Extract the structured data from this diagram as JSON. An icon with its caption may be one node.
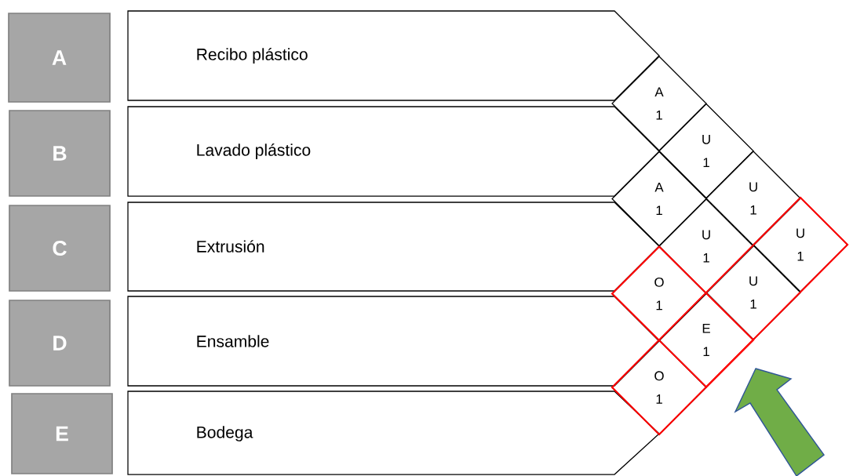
{
  "diagram": {
    "nodes": [
      {
        "text": [
          "A"
        ]
      },
      {
        "text": [
          "Recibo plástico"
        ]
      },
      {
        "text": [
          "B"
        ]
      },
      {
        "text": [
          "Lavado plástico"
        ]
      },
      {
        "text": [
          "C"
        ]
      },
      {
        "text": [
          "Extrusión"
        ]
      },
      {
        "text": [
          "D"
        ]
      },
      {
        "text": [
          "Ensamble"
        ]
      },
      {
        "text": [
          "E"
        ]
      },
      {
        "text": [
          "Bodega"
        ]
      },
      {
        "text": [
          "A",
          "1"
        ]
      },
      {
        "text": [
          "U",
          "1"
        ]
      },
      {
        "text": [
          "A",
          "1"
        ]
      },
      {
        "text": [
          "U",
          "1"
        ]
      },
      {
        "text": [
          "U",
          "1"
        ]
      },
      {
        "text": [
          "U",
          "1"
        ]
      },
      {
        "text": [
          "O",
          "1"
        ]
      },
      {
        "text": [
          "U",
          "1"
        ]
      },
      {
        "text": [
          "E",
          "1"
        ]
      },
      {
        "text": [
          "O",
          "1"
        ]
      }
    ]
  }
}
